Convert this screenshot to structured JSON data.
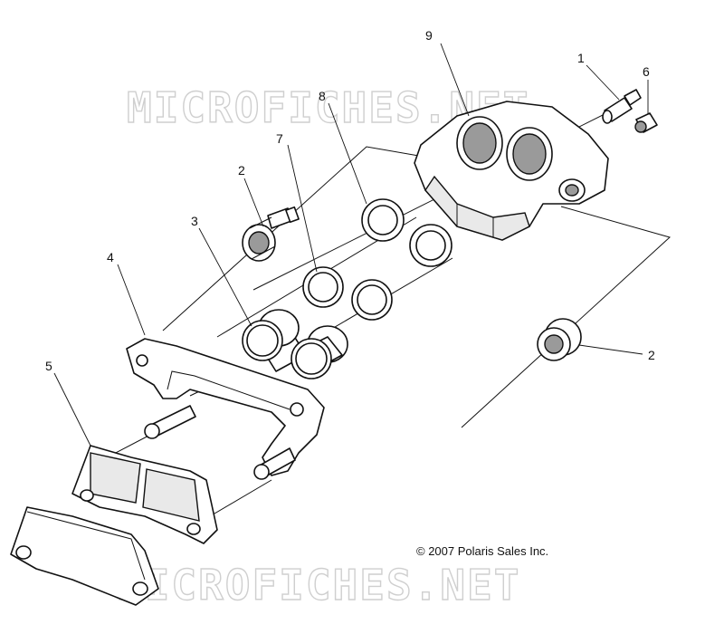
{
  "watermark": {
    "top": "MICROFICHES.NET",
    "bottom": "MICROFICHES.NET"
  },
  "copyright": "© 2007 Polaris Sales Inc.",
  "callouts": {
    "c1": "1",
    "c2a": "2",
    "c2b": "2",
    "c3": "3",
    "c4": "4",
    "c5": "5",
    "c6": "6",
    "c7": "7",
    "c8": "8",
    "c9": "9"
  }
}
